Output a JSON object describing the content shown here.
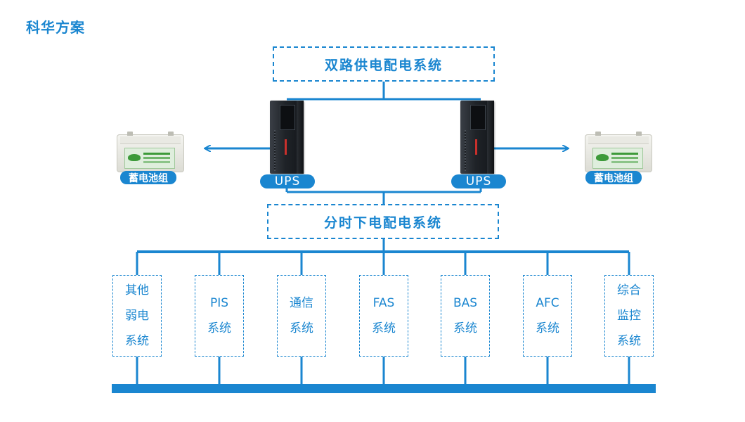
{
  "page_title": "科华方案",
  "dual_power": "双路供电配电系统",
  "time_sharing_power": "分时下电配电系统",
  "ups_label": "UPS",
  "battery_label": "蓄电池组",
  "systems": [
    {
      "lines": [
        "其他",
        "弱电",
        "系统"
      ]
    },
    {
      "lines": [
        "PIS",
        "系统"
      ]
    },
    {
      "lines": [
        "通信",
        "系统"
      ]
    },
    {
      "lines": [
        "FAS",
        "系统"
      ]
    },
    {
      "lines": [
        "BAS",
        "系统"
      ]
    },
    {
      "lines": [
        "AFC",
        "系统"
      ]
    },
    {
      "lines": [
        "综合",
        "监控",
        "系统"
      ]
    }
  ],
  "colors": {
    "accent": "#1a86d0"
  }
}
